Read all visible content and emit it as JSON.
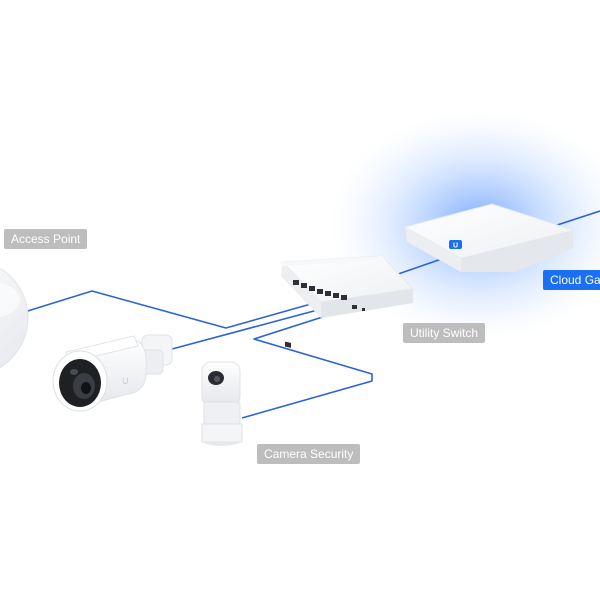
{
  "labels": {
    "access_point": "Access Point",
    "utility_switch": "Utility Switch",
    "camera_security": "Camera Security",
    "cloud_gateway": "Cloud Ga"
  },
  "colors": {
    "cable": "#2a63d8",
    "label_gray_bg": "#bdbdbd",
    "label_blue_bg": "#1a6ff2",
    "label_text": "#ffffff",
    "gateway_glow": "#5a9cff",
    "device_body": "#f4f5f7"
  },
  "icons": {
    "gateway_badge": "ui-logo-icon",
    "camera_logo": "ui-logo-icon"
  }
}
